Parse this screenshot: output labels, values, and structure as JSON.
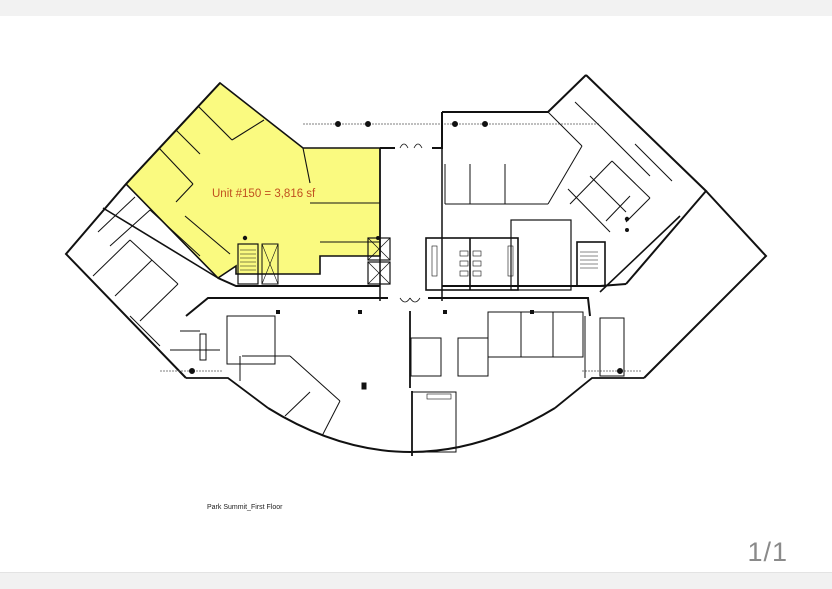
{
  "viewer": {
    "page_indicator": "1/1"
  },
  "document": {
    "caption": "Park Summit_First Floor",
    "highlighted_unit": {
      "label": "Unit #150 = 3,816 sf",
      "highlight_color": "#fafa80",
      "label_color": "#c0501f"
    }
  }
}
